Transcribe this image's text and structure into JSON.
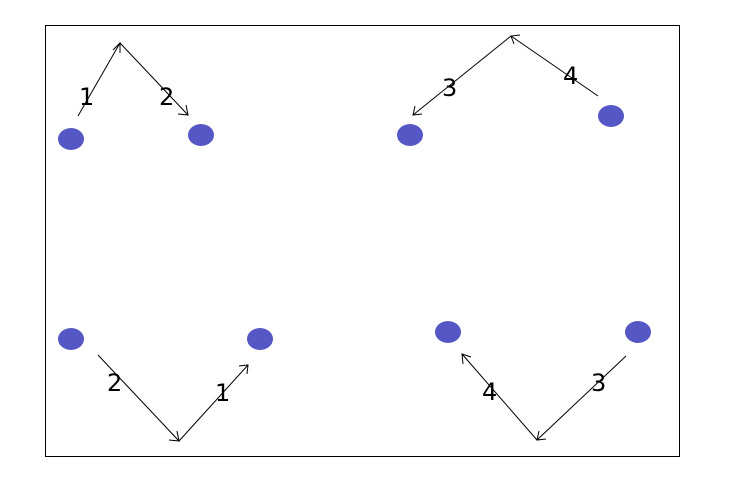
{
  "colors": {
    "dot": "#5558c4",
    "line": "#000000",
    "frame": "#000000"
  },
  "panels": [
    {
      "id": "top-left",
      "dots": [
        "left-dot",
        "right-dot"
      ],
      "arrows": [
        {
          "label": "1",
          "direction": "up-right"
        },
        {
          "label": "2",
          "direction": "down-right"
        }
      ]
    },
    {
      "id": "top-right",
      "dots": [
        "left-dot",
        "right-dot"
      ],
      "arrows": [
        {
          "label": "4",
          "direction": "up-left"
        },
        {
          "label": "3",
          "direction": "down-left"
        }
      ]
    },
    {
      "id": "bottom-left",
      "dots": [
        "left-dot",
        "right-dot"
      ],
      "arrows": [
        {
          "label": "2",
          "direction": "down-right"
        },
        {
          "label": "1",
          "direction": "up-right"
        }
      ]
    },
    {
      "id": "bottom-right",
      "dots": [
        "left-dot",
        "right-dot"
      ],
      "arrows": [
        {
          "label": "3",
          "direction": "down-left"
        },
        {
          "label": "4",
          "direction": "up-left"
        }
      ]
    }
  ]
}
